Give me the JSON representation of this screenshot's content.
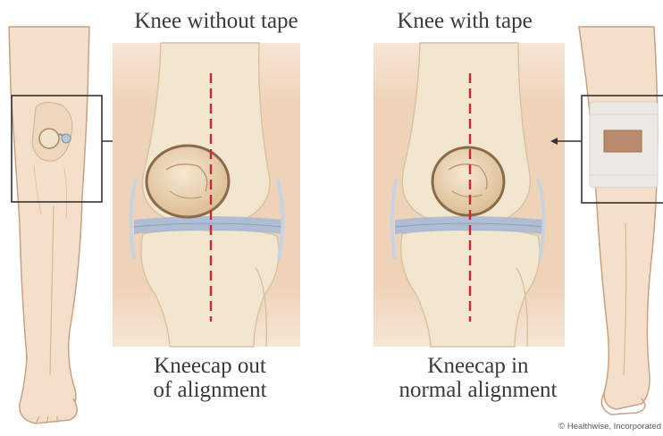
{
  "left_panel": {
    "title": "Knee without tape",
    "caption_lines": [
      "Kneecap out",
      "of alignment"
    ]
  },
  "right_panel": {
    "title": "Knee with tape",
    "caption_lines": [
      "Kneecap in",
      "normal alignment"
    ]
  },
  "credit": "© Healthwise, Incorporated",
  "colors": {
    "skin": "#f3dcc5",
    "skin_shade": "#e8c6a6",
    "outline": "#c9a182",
    "bone": "#efe3cc",
    "kneecap": "#e9d4b4",
    "kneecap_rim": "#8a6a48",
    "cartilage": "#a7b9d4",
    "alignment_line": "#c8282f",
    "tape": "#ece9e4",
    "tape_pad": "#b98a6b",
    "callout_box": "#333333"
  },
  "icons": [
    "leg-illustration",
    "knee-joint-illustration",
    "callout-arrow"
  ]
}
